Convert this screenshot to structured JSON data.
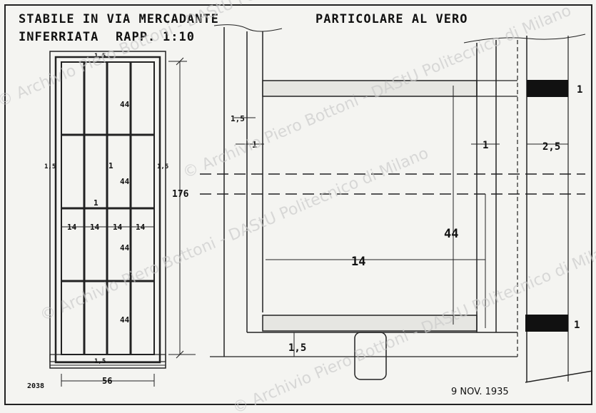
{
  "header": {
    "title_line1": "STABILE IN VIA MERCADANTE",
    "title_line2": "INFERRIATA",
    "scale_label": "RAPP.",
    "scale_value": "1:10",
    "detail_title": "PARTICOLARE AL VERO"
  },
  "elevation": {
    "top_bar": "1,5",
    "bottom_bar": "1,5",
    "side_left": "1,5",
    "side_right": "1,5",
    "mid_bar": "1",
    "cross_bar": "1",
    "panel_heights": [
      "44",
      "44",
      "44",
      "44"
    ],
    "column_widths": [
      "14",
      "14",
      "14",
      "14"
    ],
    "total_height": "176",
    "total_width": "56",
    "sheet_number": "2038"
  },
  "detail": {
    "left_bar": "1,5",
    "left_inner": "1",
    "right_inner": "1",
    "right_width": "2,5",
    "top_right": "1",
    "bottom_right": "1",
    "bottom_bar": "1,5",
    "panel_height": "44",
    "panel_width": "14"
  },
  "footer": {
    "date": "9 NOV. 1935"
  },
  "watermark": "© Archivio Piero Bottoni - DAStU Politecnico di Milano"
}
